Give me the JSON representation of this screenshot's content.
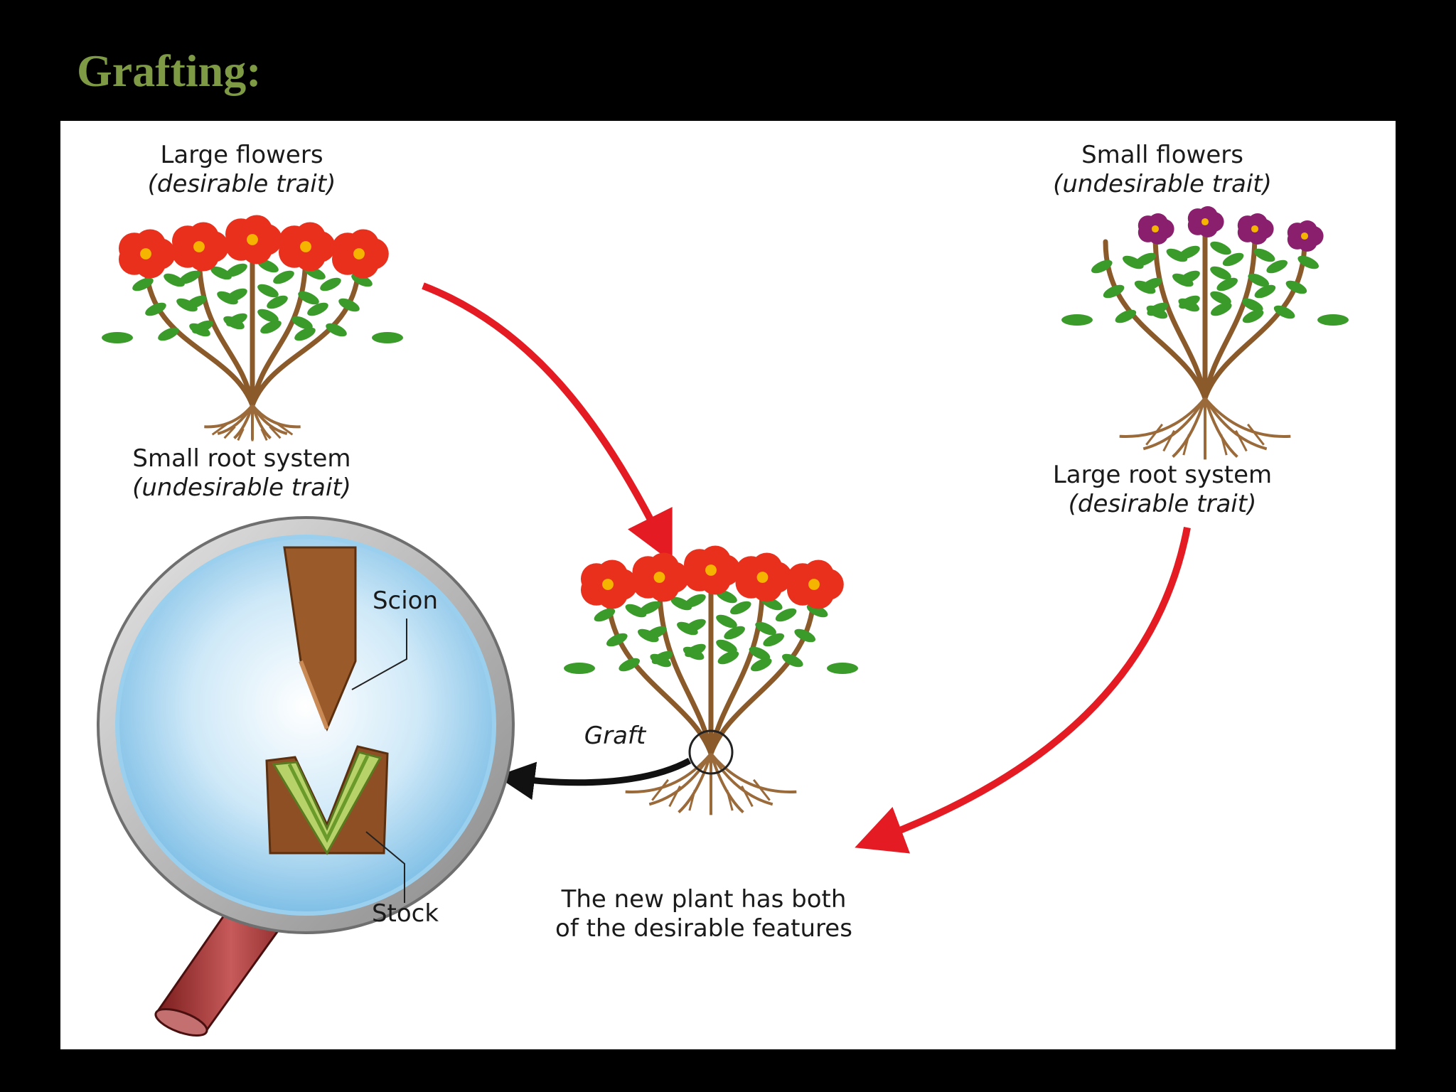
{
  "slide": {
    "title": "Grafting:"
  },
  "diagram": {
    "donor_plant": {
      "flower_label": "Large flowers",
      "flower_trait": "(desirable trait)",
      "root_label": "Small root system",
      "root_trait": "(undesirable trait)",
      "flower_color": "#e8301c"
    },
    "rootstock_plant": {
      "flower_label": "Small flowers",
      "flower_trait": "(undesirable trait)",
      "root_label": "Large root system",
      "root_trait": "(desirable trait)",
      "flower_color": "#8a1f6e"
    },
    "result": {
      "caption_line1": "The new plant has both",
      "caption_line2": "of the desirable features",
      "graft_label": "Graft"
    },
    "magnifier": {
      "scion_label": "Scion",
      "stock_label": "Stock"
    },
    "colors": {
      "arrow": "#e41b23",
      "leaf": "#3a9a2a",
      "stem": "#8a5a2b",
      "root": "#9a6a3a",
      "title": "#7e9a45"
    }
  }
}
